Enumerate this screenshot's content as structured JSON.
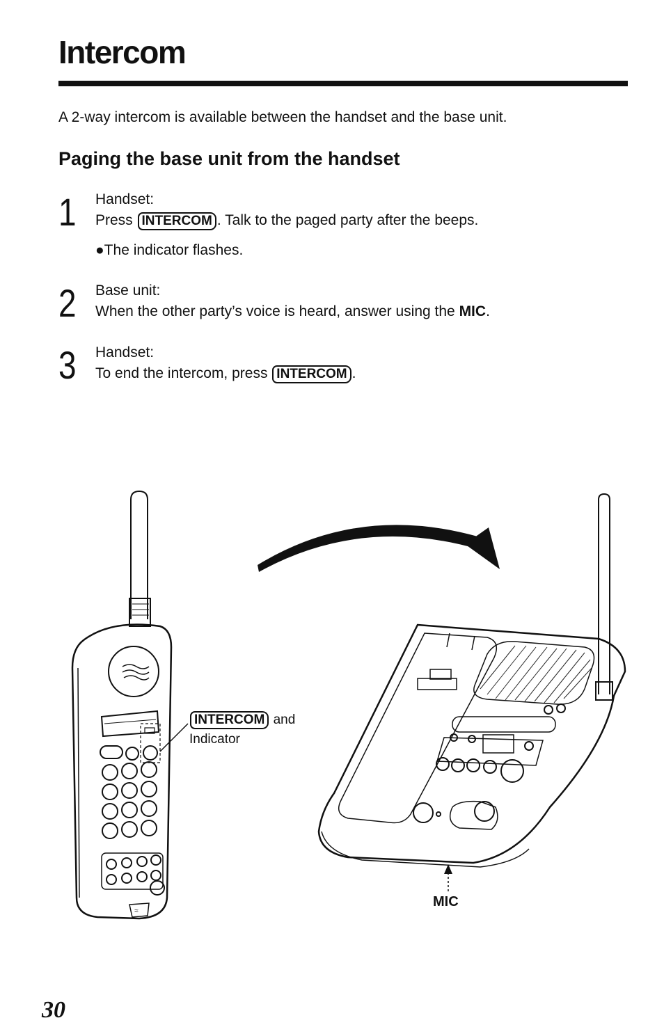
{
  "title": "Intercom",
  "intro": "A 2-way intercom is available between the handset and the base unit.",
  "section_heading": "Paging the base unit from the handset",
  "steps": [
    {
      "number": "1",
      "label": "Handset:",
      "text_before": "Press ",
      "key": "INTERCOM",
      "text_after": ". Talk to the paged party after the beeps.",
      "bullet": "●The indicator flashes."
    },
    {
      "number": "2",
      "label": "Base unit:",
      "text_before": "When the other party’s voice is heard, answer using the ",
      "bold": "MIC",
      "text_after": "."
    },
    {
      "number": "3",
      "label": "Handset:",
      "text_before": "To end the intercom, press ",
      "key": "INTERCOM",
      "text_after": "."
    }
  ],
  "illustration": {
    "callout_key": "INTERCOM",
    "callout_and": "and",
    "callout_indicator": "Indicator",
    "mic_label": "MIC",
    "handset_logo": "≈"
  },
  "page_number": "30"
}
